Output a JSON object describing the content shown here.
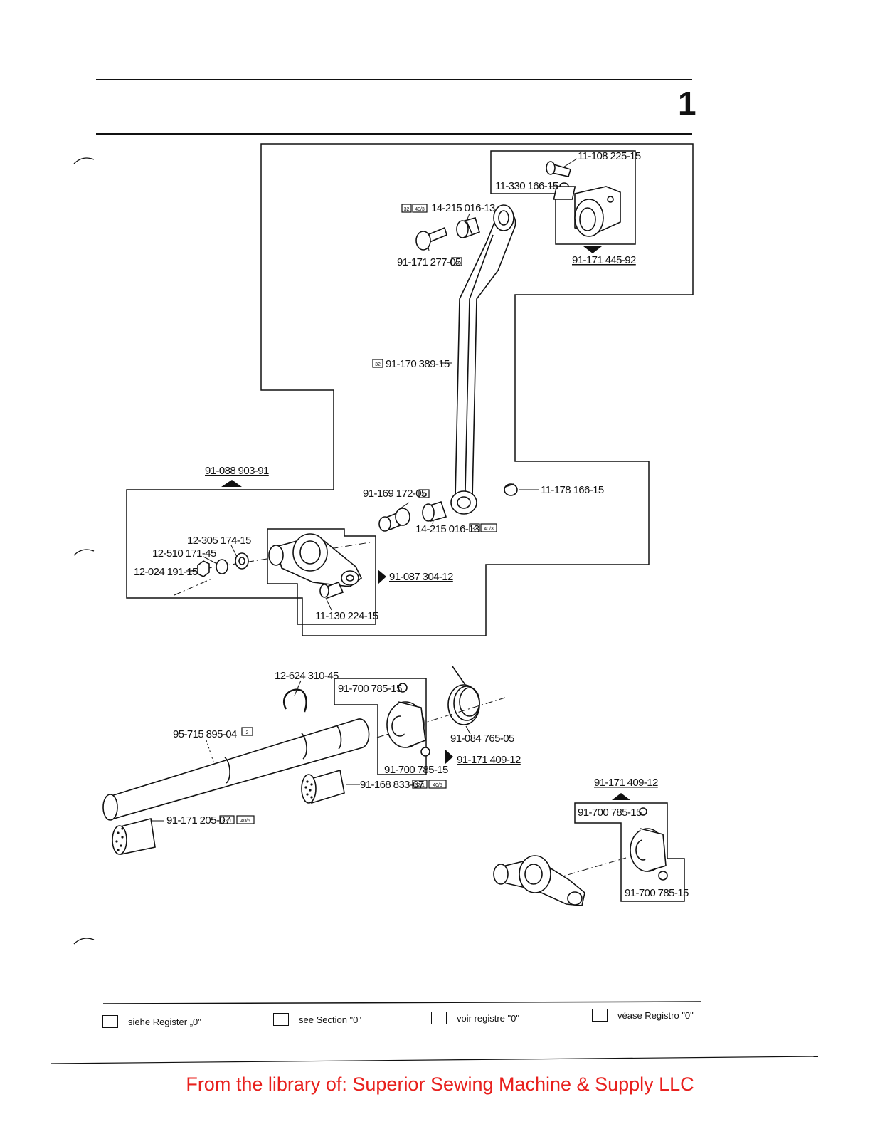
{
  "page_number": "1",
  "labels": {
    "l_11108": "11-108 225-15",
    "l_11330": "11-330 166-15",
    "l_91171_445": "91-171 445-92",
    "l_14215_top": "14-215 016-13",
    "l_91171_277": "91-171 277-05",
    "l_91170": "91-170 389-15",
    "l_91088": "91-088 903-91",
    "l_91169": "91-169 172-05",
    "l_11178": "11-178 166-15",
    "l_14215_bot": "14-215 016-13",
    "l_12305": "12-305 174-15",
    "l_12510": "12-510 171-45",
    "l_12024": "12-024 191-15",
    "l_91087": "91-087 304-12",
    "l_11130": "11-130 224-15",
    "l_12624": "12-624 310-45",
    "l_91700_a": "91-700 785-15",
    "l_95715": "95-715 895-04",
    "l_91084": "91-084 765-05",
    "l_91700_b": "91-700 785-15",
    "l_91171_409_a": "91-171 409-12",
    "l_91168": "91-168 833-07",
    "l_91171_205": "91-171 205-07",
    "l_91171_409_b": "91-171 409-12",
    "l_91700_c": "91-700 785-15",
    "l_91700_d": "91-700 785-15"
  },
  "tags": {
    "t32": "32",
    "t403": "40/3",
    "t2": "2",
    "t321": "32/1",
    "t405": "40/5"
  },
  "legend": {
    "de": "siehe Register „0\"",
    "en": "see Section \"0\"",
    "fr": "voir registre \"0\"",
    "es": "véase Registro \"0\""
  },
  "footer": "From the library of: Superior Sewing Machine & Supply LLC"
}
